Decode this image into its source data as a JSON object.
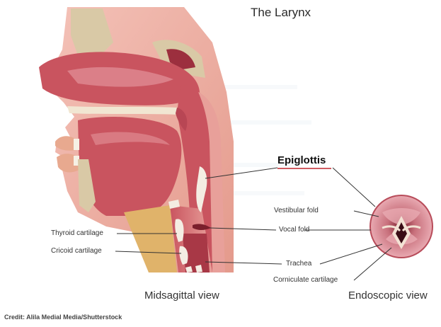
{
  "title": "The Larynx",
  "labels": {
    "epiglottis": "Epiglottis",
    "vestibular_fold": "Vestibular fold",
    "vocal_fold": "Vocal fold",
    "thyroid_cartilage": "Thyroid cartilage",
    "cricoid_cartilage": "Cricoid cartilage",
    "trachea": "Trachea",
    "corniculate_cartilage": "Corniculate cartilage"
  },
  "views": {
    "midsagittal": "Midsagittal view",
    "endoscopic": "Endoscopic view"
  },
  "credit": "Credit: Alila Medial Media/Shutterstock",
  "colors": {
    "skin": "#e8a98f",
    "bone": "#d9c9a6",
    "tissue": "#c9545f",
    "deep_tissue": "#8e2b3a",
    "fat": "#e0b36a",
    "cartilage": "#f4ede3",
    "accent_underline": "#c0272d"
  }
}
